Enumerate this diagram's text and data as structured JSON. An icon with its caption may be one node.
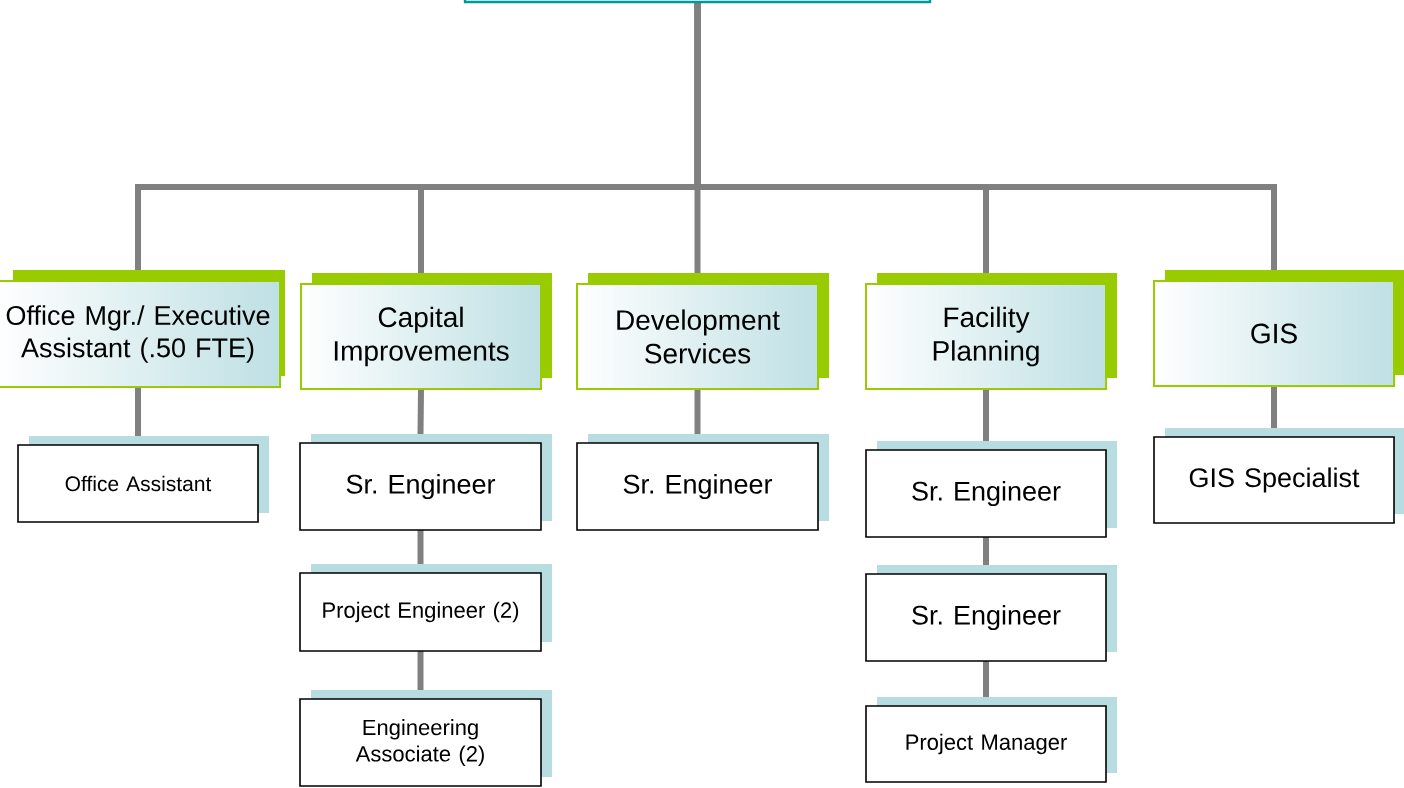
{
  "diagram": {
    "nodes": [
      {
        "text": [],
        "shape": "box"
      },
      {
        "text": [
          "Office Mgr./ Executive Assistant (.50 FTE)"
        ]
      },
      {
        "text": [
          "Capital Improvements"
        ]
      },
      {
        "text": [
          "Development Services"
        ]
      },
      {
        "text": [
          "Facility Planning"
        ]
      },
      {
        "text": [
          "GIS"
        ]
      },
      {
        "text": [
          "Office Assistant"
        ]
      },
      {
        "text": [
          "Sr. Engineer"
        ]
      },
      {
        "text": [
          "Project Engineer (2)"
        ]
      },
      {
        "text": [
          "Engineering Associate (2)"
        ]
      },
      {
        "text": [
          "Sr. Engineer"
        ]
      },
      {
        "text": [
          "Sr. Engineer"
        ]
      },
      {
        "text": [
          "Sr. Engineer"
        ]
      },
      {
        "text": [
          "Project Manager"
        ]
      },
      {
        "text": [
          "GIS Specialist"
        ]
      }
    ],
    "edges": [
      {
        "from": 0,
        "to": 1,
        "arrow": "none"
      },
      {
        "from": 0,
        "to": 2,
        "arrow": "none"
      },
      {
        "from": 0,
        "to": 3,
        "arrow": "none"
      },
      {
        "from": 0,
        "to": 4,
        "arrow": "none"
      },
      {
        "from": 0,
        "to": 5,
        "arrow": "none"
      },
      {
        "from": 1,
        "to": 6,
        "arrow": "none"
      },
      {
        "from": 2,
        "to": 7,
        "arrow": "none"
      },
      {
        "from": 7,
        "to": 8,
        "arrow": "none"
      },
      {
        "from": 8,
        "to": 9,
        "arrow": "none"
      },
      {
        "from": 3,
        "to": 10,
        "arrow": "none"
      },
      {
        "from": 4,
        "to": 11,
        "arrow": "none"
      },
      {
        "from": 11,
        "to": 12,
        "arrow": "none"
      },
      {
        "from": 12,
        "to": 13,
        "arrow": "none"
      },
      {
        "from": 5,
        "to": 14,
        "arrow": "none"
      }
    ]
  }
}
